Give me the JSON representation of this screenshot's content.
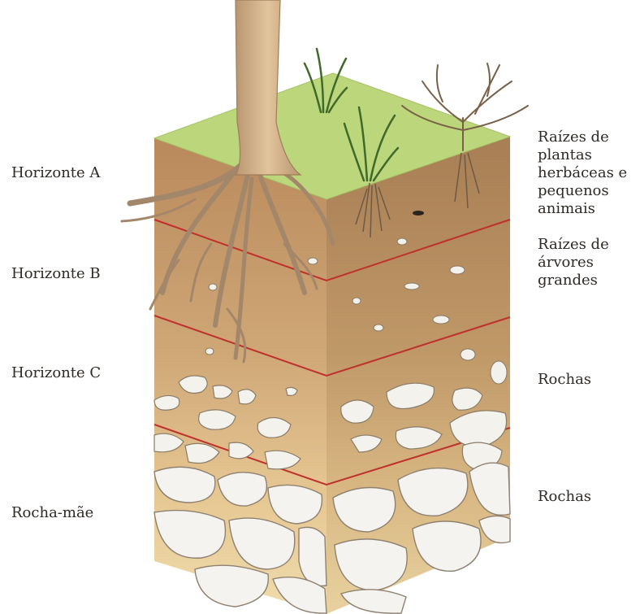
{
  "left_labels": {
    "horizon_a": "Horizonte A",
    "horizon_b": "Horizonte B",
    "horizon_c": "Horizonte C",
    "bedrock": "Rocha-mãe"
  },
  "right_labels": {
    "herb_roots": [
      "Raízes de",
      "plantas",
      "herbáceas e",
      "pequenos",
      "animais"
    ],
    "tree_roots": [
      "Raízes de",
      "árvores",
      "grandes"
    ],
    "rocks_c": "Rochas",
    "rocks_bedrock": "Rochas"
  },
  "colors": {
    "grass_top": "#b9d47a",
    "soil_a_front": "#c49a6c",
    "soil_a_side": "#a98358",
    "soil_c_front": "#e1c28c",
    "soil_c_side": "#c8a673",
    "horizon_line": "#c0302c",
    "rock": "#f2f0ea",
    "root": "#a2876a",
    "trunk": "#d7b58c"
  }
}
